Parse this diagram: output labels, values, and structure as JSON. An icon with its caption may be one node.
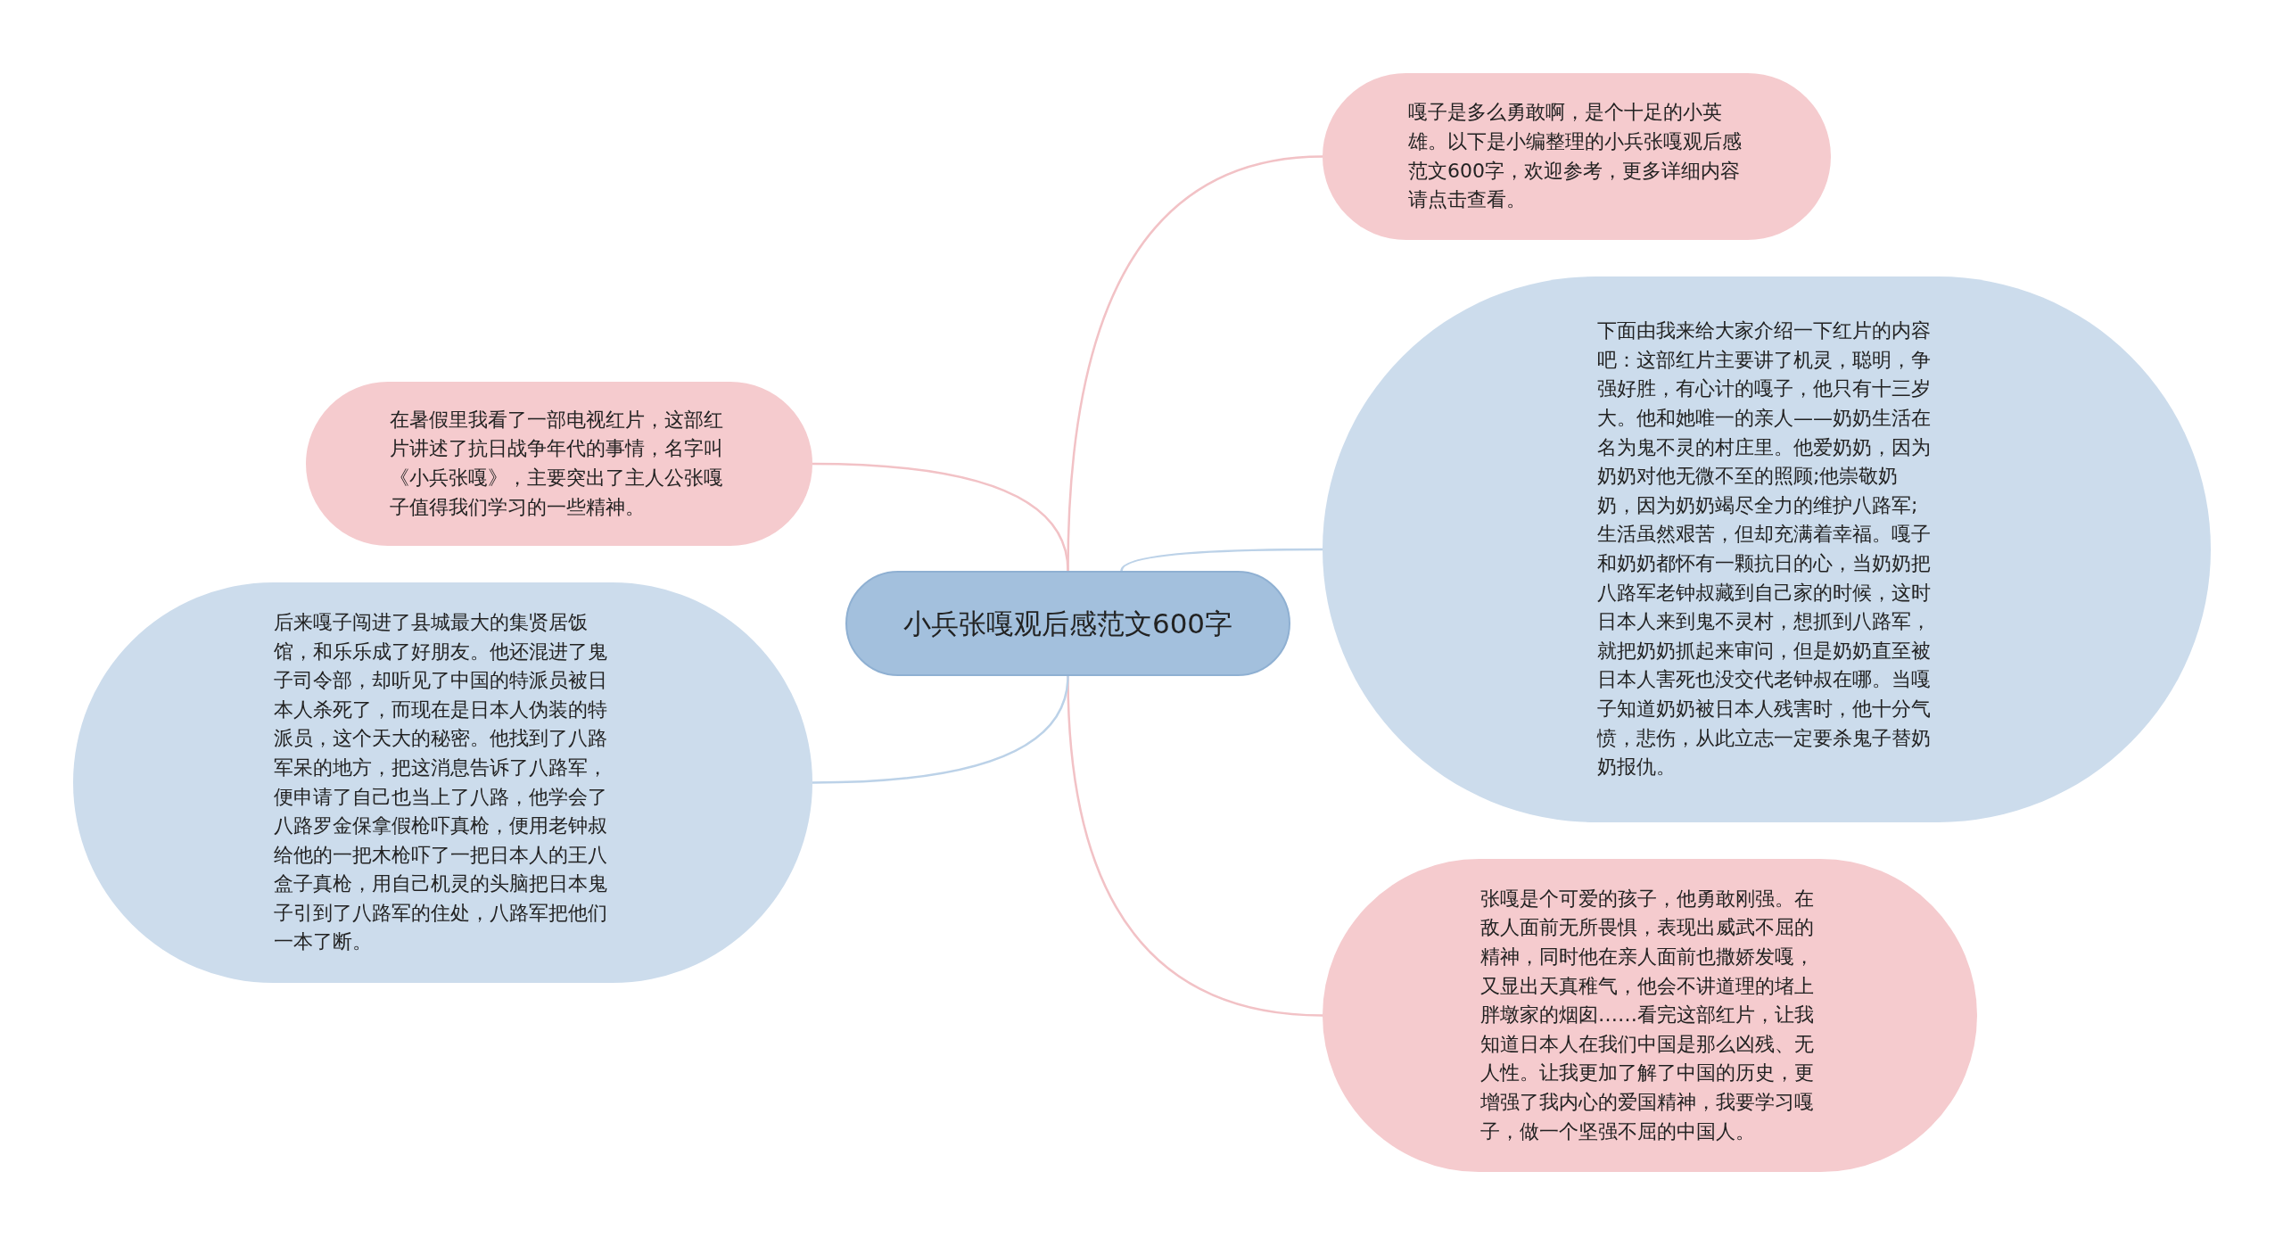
{
  "diagram": {
    "nodes": [
      {
        "text": [
          "小兵张嘎观后感范文600字"
        ]
      },
      {
        "text": [
          "嘎子是多么勇敢啊，是个十足的小英雄。以下是小编整理的小兵张嘎观后感范文600字，欢迎参考，更多详细内容请点击查看。"
        ]
      },
      {
        "text": [
          "下面由我来给大家介绍一下红片的内容吧：这部红片主要讲了机灵，聪明，争强好胜，有心计的嘎子，他只有十三岁大。他和她唯一的亲人——奶奶生活在名为鬼不灵的村庄里。他爱奶奶，因为奶奶对他无微不至的照顾;他崇敬奶奶，因为奶奶竭尽全力的维护八路军;生活虽然艰苦，但却充满着幸福。嘎子和奶奶都怀有一颗抗日的心，当奶奶把八路军老钟叔藏到自己家的时候，这时日本人来到鬼不灵村，想抓到八路军，就把奶奶抓起来审问，但是奶奶直至被日本人害死也没交代老钟叔在哪。当嘎子知道奶奶被日本人残害时，他十分气愤，悲伤，从此立志一定要杀鬼子替奶奶报仇。"
        ]
      },
      {
        "text": [
          "张嘎是个可爱的孩子，他勇敢刚强。在敌人面前无所畏惧，表现出威武不屈的精神，同时他在亲人面前也撒娇发嘎，又显出天真稚气，他会不讲道理的堵上胖墩家的烟囱……看完这部红片，让我知道日本人在我们中国是那么凶残、无人性。让我更加了解了中国的历史，更增强了我内心的爱国精神，我要学习嘎子，做一个坚强不屈的中国人。"
        ]
      },
      {
        "text": [
          "在暑假里我看了一部电视红片，这部红片讲述了抗日战争年代的事情，名字叫《小兵张嘎》，主要突出了主人公张嘎子值得我们学习的一些精神。"
        ]
      },
      {
        "text": [
          "后来嘎子闯进了县城最大的集贤居饭馆，和乐乐成了好朋友。他还混进了鬼子司令部，却听见了中国的特派员被日本人杀死了，而现在是日本人伪装的特派员，这个天大的秘密。他找到了八路军呆的地方，把这消息告诉了八路军，便申请了自己也当上了八路，他学会了八路罗金保拿假枪吓真枪，便用老钟叔给他的一把木枪吓了一把日本人的王八盒子真枪，用自己机灵的头脑把日本鬼子引到了八路军的住处，八路军把他们一本了断。"
        ]
      }
    ],
    "edges": [
      {
        "from": 0,
        "to": 1,
        "arrow": "none"
      },
      {
        "from": 0,
        "to": 2,
        "arrow": "none",
        "color": "#bcd2e8"
      },
      {
        "from": 0,
        "to": 3,
        "arrow": "none"
      },
      {
        "from": 0,
        "to": 4,
        "arrow": "none"
      },
      {
        "from": 0,
        "to": 5,
        "arrow": "none",
        "color": "#bcd2e8"
      }
    ]
  }
}
